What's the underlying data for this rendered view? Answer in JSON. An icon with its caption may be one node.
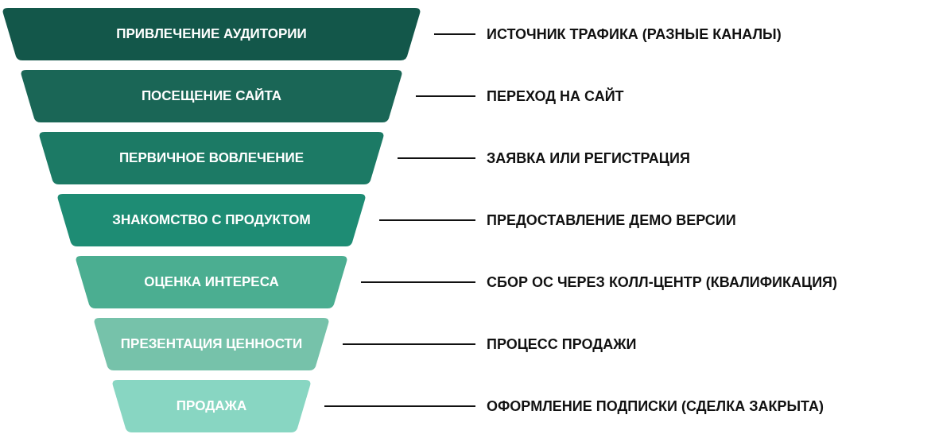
{
  "diagram": {
    "nodes": [
      {
        "text": [
          "ПРИВЛЕЧЕНИЕ АУДИТОРИИ"
        ]
      },
      {
        "text": [
          "ПОСЕЩЕНИЕ САЙТА"
        ]
      },
      {
        "text": [
          "ПЕРВИЧНОЕ ВОВЛЕЧЕНИЕ"
        ]
      },
      {
        "text": [
          "ЗНАКОМСТВО С ПРОДУКТОМ"
        ]
      },
      {
        "text": [
          "ОЦЕНКА ИНТЕРЕСА"
        ]
      },
      {
        "text": [
          "ПРЕЗЕНТАЦИЯ ЦЕННОСТИ"
        ]
      },
      {
        "text": [
          "ПРОДАЖА"
        ]
      },
      {
        "text": [
          "ИСТОЧНИК ТРАФИКА (РАЗНЫЕ КАНАЛЫ)"
        ]
      },
      {
        "text": [
          "ПЕРЕХОД НА САЙТ"
        ]
      },
      {
        "text": [
          "ЗАЯВКА ИЛИ РЕГИСТРАЦИЯ"
        ]
      },
      {
        "text": [
          "ПРЕДОСТАВЛЕНИЕ ДЕМО ВЕРСИИ"
        ]
      },
      {
        "text": [
          "СБОР ОС ЧЕРЕЗ КОЛЛ-ЦЕНТР (КВАЛИФИКАЦИЯ)"
        ]
      },
      {
        "text": [
          "ПРОЦЕСС ПРОДАЖИ"
        ]
      },
      {
        "text": [
          "ОФОРМЛЕНИЕ ПОДПИСКИ (СДЕЛКА ЗАКРЫТА)"
        ]
      }
    ],
    "edges": [
      {
        "from": 0,
        "to": 7,
        "arrow": "none"
      },
      {
        "from": 1,
        "to": 8,
        "arrow": "none"
      },
      {
        "from": 2,
        "to": 9,
        "arrow": "none"
      },
      {
        "from": 3,
        "to": 10,
        "arrow": "none"
      },
      {
        "from": 4,
        "to": 11,
        "arrow": "none"
      },
      {
        "from": 5,
        "to": 12,
        "arrow": "none"
      },
      {
        "from": 6,
        "to": 13,
        "arrow": "none"
      }
    ]
  }
}
